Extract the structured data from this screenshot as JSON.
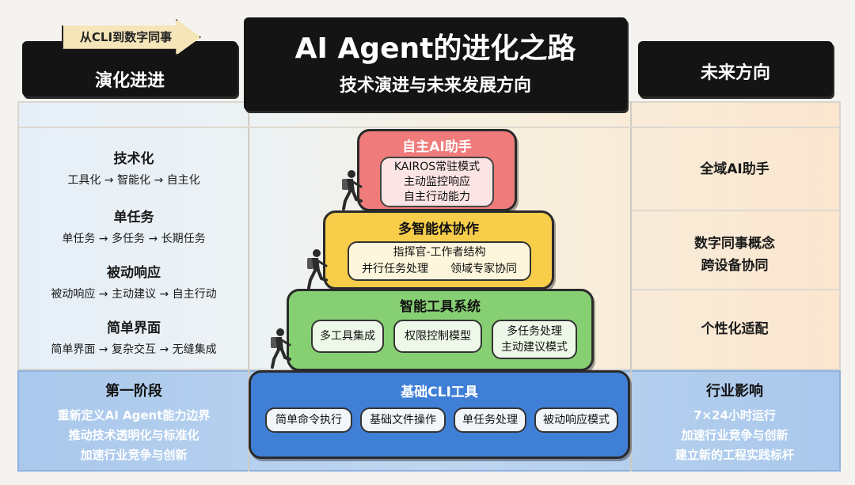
{
  "header": {
    "left_arrow_label": "从CLI到数字同事",
    "left_title": "演化进进",
    "center_title": "AI Agent的进化之路",
    "center_subtitle": "技术演进与未来发展方向",
    "right_title": "未来方向"
  },
  "left_column": {
    "items": [
      {
        "title": "技术化",
        "line": "工具化 → 智能化 → 自主化"
      },
      {
        "title": "单任务",
        "line": "单任务 → 多任务 → 长期任务"
      },
      {
        "title": "被动响应",
        "line": "被动响应 → 主动建议 → 自主行动"
      },
      {
        "title": "简单界面",
        "line": "简单界面 → 复杂交互 → 无缝集成"
      }
    ],
    "stage": {
      "title": "第一阶段",
      "lines": [
        "重新定义AI Agent能力边界",
        "推动技术透明化与标准化",
        "加速行业竞争与创新"
      ]
    }
  },
  "pyramid": {
    "tier4": {
      "title": "自主AI助手",
      "lines": [
        "KAIROS常驻模式",
        "主动监控响应",
        "自主行动能力"
      ]
    },
    "tier3": {
      "title": "多智能体协作",
      "pill_top": "指挥官-工作者结构",
      "pill_left": "并行任务处理",
      "pill_right": "领域专家协同"
    },
    "tier2": {
      "title": "智能工具系统",
      "pills": [
        "多工具集成",
        "权限控制模型"
      ],
      "pill_multi": [
        "多任务处理",
        "主动建议模式"
      ]
    },
    "tier1": {
      "title": "基础CLI工具",
      "pills": [
        "简单命令执行",
        "基础文件操作",
        "单任务处理",
        "被动响应模式"
      ]
    }
  },
  "right_column": {
    "row1": "全域AI助手",
    "row2": [
      "数字同事概念",
      "跨设备协同"
    ],
    "row3": "个性化适配",
    "impact": {
      "title": "行业影响",
      "lines": [
        "7×24小时运行",
        "加速行业竞争与创新",
        "建立新的工程实践标杆"
      ]
    }
  },
  "colors": {
    "tier4": "#ef7b7b",
    "tier3": "#f7cd4a",
    "tier2": "#86cf72",
    "tier1": "#3f7fd6",
    "header_box": "#141414"
  }
}
